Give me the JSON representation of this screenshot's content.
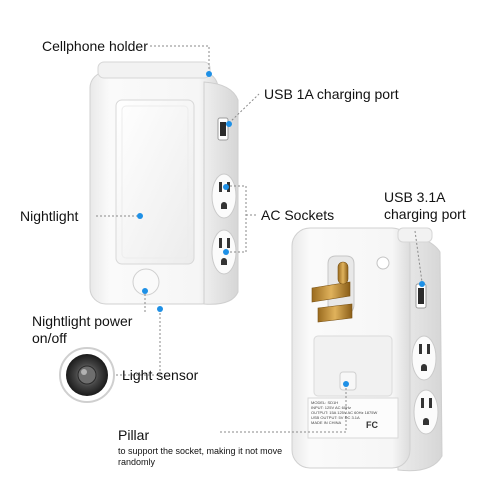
{
  "labels": {
    "cellphone_holder": "Cellphone holder",
    "usb_1a": "USB 1A charging port",
    "nightlight": "Nightlight",
    "ac_sockets": "AC Sockets",
    "usb_31a": "USB 3.1A charging port",
    "nightlight_power": "Nightlight power on/off",
    "light_sensor": "Light sensor",
    "pillar": "Pillar",
    "pillar_desc": "to support the socket, making it not move randomly"
  },
  "product_label": {
    "line1": "MODEL: SD1H",
    "line2": "INPUT: 125V AC 60Hz",
    "line3": "OUTPUT: 15A 125V AC 60Hz 1875W",
    "line4": "USB OUTPUT: 5V DC 3.1A",
    "line5": "MADE IN CHINA",
    "mark": "FC"
  },
  "colors": {
    "accent_dot": "#1e90e6",
    "device_body": "#f4f4f4",
    "text": "#111111"
  }
}
